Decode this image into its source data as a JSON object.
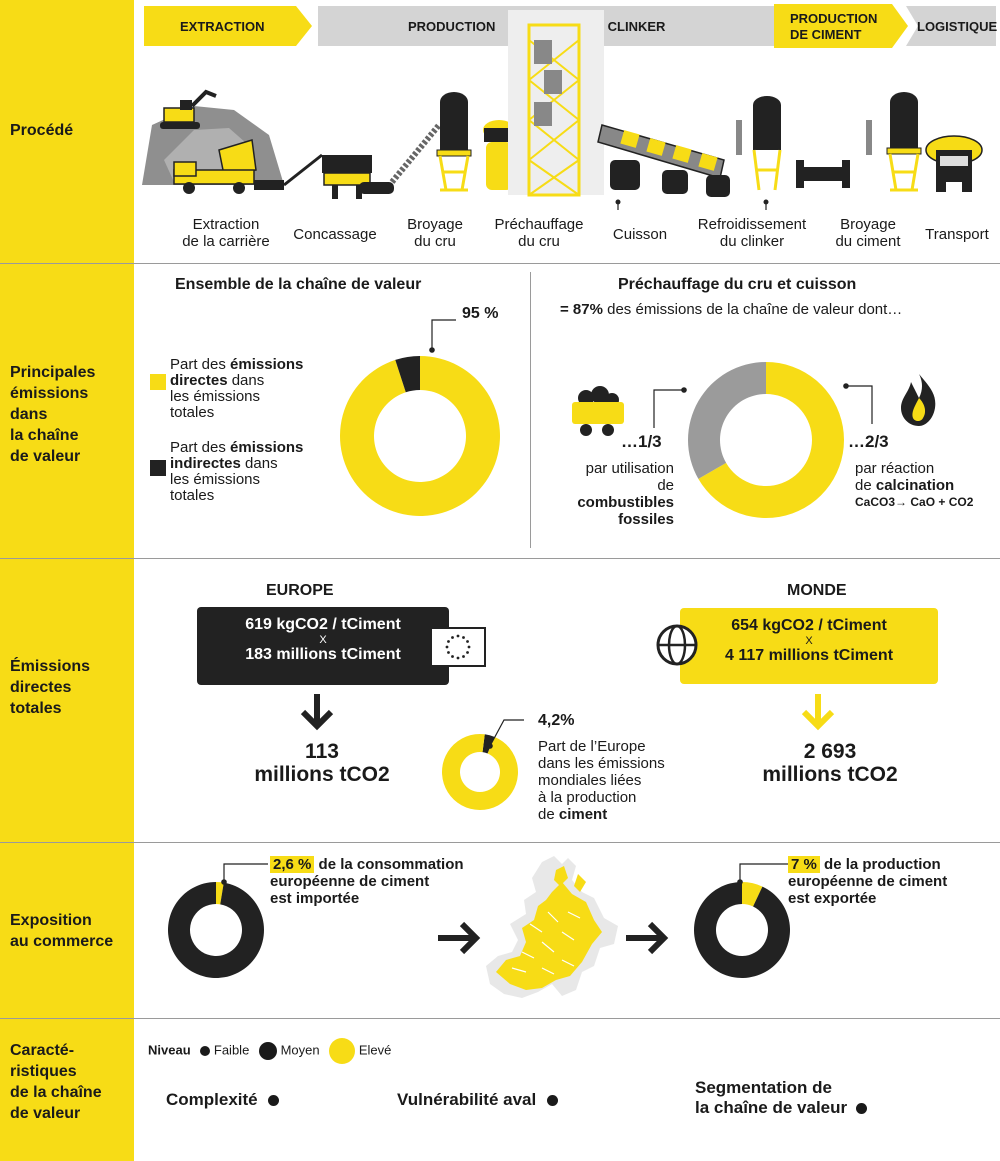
{
  "colors": {
    "yellow": "#f7dc16",
    "black": "#222222",
    "grey": "#9b9b9b",
    "light_grey": "#d4d4d4"
  },
  "sections": {
    "procede": "Procédé",
    "emissions_lines": [
      "Principales",
      "émissions",
      "dans",
      "la chaîne",
      "de valeur"
    ],
    "directes_lines": [
      "Émissions",
      "directes",
      "totales"
    ],
    "commerce_lines": [
      "Exposition",
      "au commerce"
    ],
    "caract_lines": [
      "Caracté-",
      "ristiques",
      "de la chaîne",
      "de valeur"
    ]
  },
  "banner": {
    "extraction": "EXTRACTION",
    "production": "PRODUCTION",
    "de_clinker": "DE CLINKER",
    "production_ciment_lines": [
      "PRODUCTION",
      "DE CIMENT"
    ],
    "logistique": "LOGISTIQUE"
  },
  "stages": [
    {
      "lines": [
        "Extraction",
        "de la carrière"
      ]
    },
    {
      "lines": [
        "Concassage"
      ]
    },
    {
      "lines": [
        "Broyage",
        "du cru"
      ]
    },
    {
      "lines": [
        "Préchauffage",
        "du cru"
      ]
    },
    {
      "lines": [
        "Cuisson"
      ]
    },
    {
      "lines": [
        "Refroidissement",
        "du clinker"
      ]
    },
    {
      "lines": [
        "Broyage",
        "du ciment"
      ]
    },
    {
      "lines": [
        "Transport"
      ]
    }
  ],
  "value_chain": {
    "title": "Ensemble de la chaîne de valeur",
    "pct_label": "95 %",
    "legend_direct": {
      "pre": "Part des ",
      "bold1": "émissions",
      "bold2": "directes",
      "post1": " dans",
      "rest": [
        "les émissions",
        "totales"
      ]
    },
    "legend_indirect": {
      "pre": "Part des ",
      "bold1": "émissions",
      "bold2": "indirectes",
      "post1": " dans",
      "rest": [
        "les émissions",
        "totales"
      ]
    }
  },
  "preheat": {
    "title": "Préchauffage du cru et cuisson",
    "subtitle_bold": "= 87%",
    "subtitle_rest": " des émissions de la chaîne de valeur dont…",
    "left_frac": "…1/3",
    "left_lines": [
      "par utilisation"
    ],
    "left_pre": "de ",
    "left_bold1": "combustibles",
    "left_bold2": "fossiles",
    "right_frac": "…2/3",
    "right_line1": "par réaction",
    "right_pre": "de ",
    "right_bold": "calcination",
    "right_formula": "CaCO3→ CaO + CO2"
  },
  "europe": {
    "heading": "EUROPE",
    "line1": "619 kgCO2 / tCiment",
    "x": "X",
    "line2": "183 millions tCiment",
    "result_lines": [
      "113",
      "millions tCO2"
    ]
  },
  "monde": {
    "heading": "MONDE",
    "line1": "654 kgCO2 / tCiment",
    "x": "X",
    "line2": "4 117 millions tCiment",
    "result_lines": [
      "2 693",
      "millions tCO2"
    ]
  },
  "share": {
    "pct": "4,2%",
    "lines": [
      "Part de l’Europe",
      "dans les émissions",
      "mondiales liées",
      "à la production"
    ],
    "last_pre": "de ",
    "last_bold": "ciment"
  },
  "commerce": {
    "import_pct": "2,6 %",
    "import_first_rest": " de la consommation",
    "import_lines": [
      "européenne de ciment",
      "est importée"
    ],
    "export_pct": "7 %",
    "export_first_rest": " de la production",
    "export_lines": [
      "européenne de ciment",
      "est exportée"
    ]
  },
  "characteristics": {
    "niveau": "Niveau",
    "faible": "Faible",
    "moyen": "Moyen",
    "eleve": "Elevé",
    "complexite": "Complexité",
    "vulnerabilite": "Vulnérabilité aval",
    "segmentation_lines": [
      "Segmentation de",
      "la chaîne de valeur"
    ]
  },
  "chart_data": [
    {
      "type": "pie",
      "title": "Ensemble de la chaîne de valeur",
      "categories": [
        "émissions directes",
        "émissions indirectes"
      ],
      "values": [
        95,
        5
      ]
    },
    {
      "type": "pie",
      "title": "Préchauffage du cru et cuisson",
      "categories": [
        "combustibles fossiles",
        "calcination"
      ],
      "values": [
        33.3,
        66.7
      ]
    },
    {
      "type": "pie",
      "categories": [
        "Europe",
        "Monde"
      ],
      "values": [
        4.2,
        95.8
      ]
    },
    {
      "type": "pie",
      "categories": [
        "importée"
      ],
      "values": [
        2.6,
        97.4
      ]
    },
    {
      "type": "pie",
      "categories": [
        "exportée"
      ],
      "values": [
        7,
        93
      ]
    }
  ]
}
